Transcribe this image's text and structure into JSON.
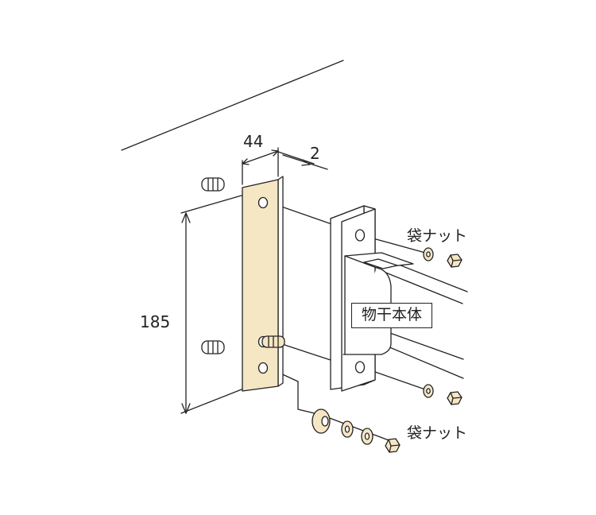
{
  "dimensions": {
    "width": "44",
    "thickness": "2",
    "height": "185"
  },
  "labels": {
    "cap_nut_top": "袋ナット",
    "cap_nut_bottom": "袋ナット",
    "main_body": "物干本体"
  },
  "colors": {
    "spacer_plate": "#f5e6c4",
    "washer": "#f5e6c4",
    "line": "#222222"
  }
}
